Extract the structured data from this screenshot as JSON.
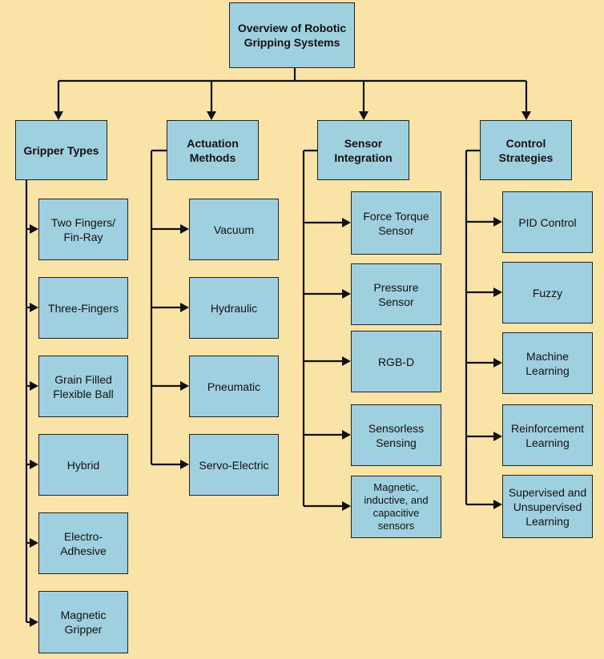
{
  "root": "Overview of Robotic\nGripping Systems",
  "categories": [
    {
      "label": "Gripper Types",
      "items": [
        "Two Fingers/\nFin-Ray",
        "Three-Fingers",
        "Grain Filled\nFlexible Ball",
        "Hybrid",
        "Electro-\nAdhesive",
        "Magnetic\nGripper"
      ]
    },
    {
      "label": "Actuation\nMethods",
      "items": [
        "Vacuum",
        "Hydraulic",
        "Pneumatic",
        "Servo-Electric"
      ]
    },
    {
      "label": "Sensor\nIntegration",
      "items": [
        "Force Torque\nSensor",
        "Pressure Sensor",
        "RGB-D",
        "Sensorless\nSensing",
        "Magnetic,\ninductive, and\ncapacitive\nsensors"
      ]
    },
    {
      "label": "Control\nStrategies",
      "items": [
        "PID Control",
        "Fuzzy",
        "Machine\nLearning",
        "Reinforcement\nLearning",
        "Supervised and\nUnsupervised\nLearning"
      ]
    }
  ],
  "colors": {
    "background": "#f9e3a6",
    "box_fill": "#9fd0e0",
    "line": "#111111"
  }
}
